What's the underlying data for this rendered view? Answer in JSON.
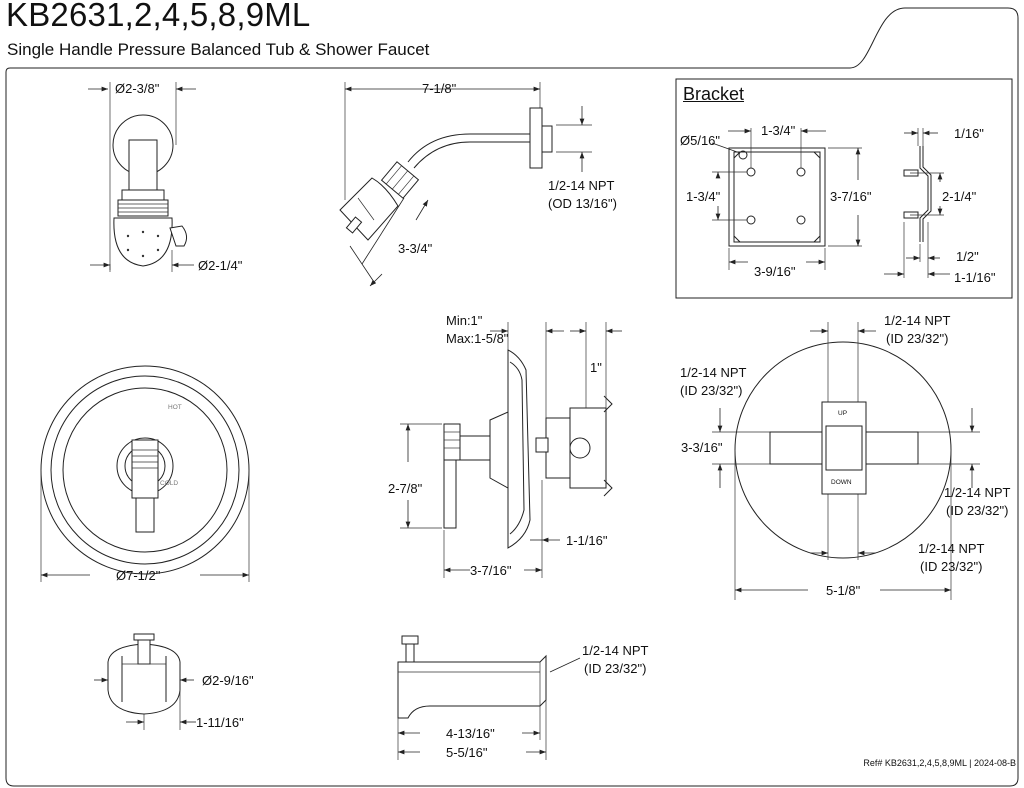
{
  "header": {
    "title": "KB2631,2,4,5,8,9ML",
    "subtitle": "Single Handle Pressure Balanced Tub & Shower Faucet"
  },
  "showerhead_front": {
    "top_dim": "Ø2-3/8\"",
    "bottom_dim": "Ø2-1/4\""
  },
  "shower_arm": {
    "length": "7-1/8\"",
    "drop": "3-3/4\"",
    "thread": "1/2-14 NPT",
    "thread_od": "(OD 13/16\")"
  },
  "bracket": {
    "title": "Bracket",
    "hole": "Ø5/16\"",
    "hole_spacing_h": "1-3/4\"",
    "hole_spacing_v": "1-3/4\"",
    "height": "3-7/16\"",
    "width": "3-9/16\"",
    "side_top": "1/16\"",
    "side_mid": "2-1/4\"",
    "side_low": "1/2\"",
    "side_bottom": "1-1/16\""
  },
  "valve_side": {
    "min": "Min:1\"",
    "max": "Max:1-5/8\"",
    "depth": "1\"",
    "handle_height": "2-7/8\"",
    "body": "1-1/16\"",
    "projection": "3-7/16\""
  },
  "valve_front": {
    "plate_dia": "Ø7-1/2\"",
    "hot_label": "HOT",
    "cold_label": "COLD"
  },
  "valve_rear": {
    "top_thread": "1/2-14 NPT",
    "top_id": "(ID 23/32\")",
    "left_thread": "1/2-14 NPT",
    "left_id": "(ID 23/32\")",
    "height": "3-3/16\"",
    "right_thread": "1/2-14 NPT",
    "right_id": "(ID 23/32\")",
    "bottom_thread": "1/2-14 NPT",
    "bottom_id": "(ID 23/32\")",
    "width": "5-1/8\"",
    "up_label": "UP",
    "down_label": "DOWN"
  },
  "spout_front": {
    "dia": "Ø2-9/16\"",
    "depth": "1-11/16\""
  },
  "spout_side": {
    "thread": "1/2-14 NPT",
    "thread_id": "(ID 23/32\")",
    "reach": "4-13/16\"",
    "length": "5-5/16\""
  },
  "footer": {
    "ref": "Ref# KB2631,2,4,5,8,9ML | 2024-08-B"
  }
}
